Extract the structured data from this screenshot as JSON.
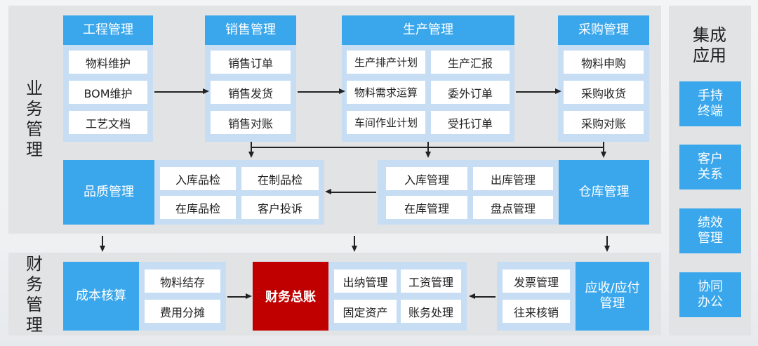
{
  "sections": {
    "business": "业务管理",
    "finance": "财务管理"
  },
  "engineering": {
    "title": "工程管理",
    "items": [
      "物料维护",
      "BOM维护",
      "工艺文档"
    ]
  },
  "sales": {
    "title": "销售管理",
    "items": [
      "销售订单",
      "销售发货",
      "销售对账"
    ]
  },
  "production": {
    "title": "生产管理",
    "items": [
      "生产排产计划",
      "生产汇报",
      "物料需求运算",
      "委外订单",
      "车间作业计划",
      "受托订单"
    ]
  },
  "purchase": {
    "title": "采购管理",
    "items": [
      "物料申购",
      "采购收货",
      "采购对账"
    ]
  },
  "quality": {
    "title": "品质管理",
    "items": [
      "入库品检",
      "在制品检",
      "在库品检",
      "客户投诉"
    ]
  },
  "warehouse": {
    "title": "仓库管理",
    "items": [
      "入库管理",
      "出库管理",
      "在库管理",
      "盘点管理"
    ]
  },
  "cost": {
    "title": "成本核算",
    "items": [
      "物料结存",
      "费用分摊"
    ]
  },
  "ledger": {
    "title": "财务总账",
    "items": [
      "出纳管理",
      "工资管理",
      "固定资产",
      "账务处理"
    ]
  },
  "ar_ap": {
    "title": "应收/应付管理",
    "items": [
      "发票管理",
      "往来核销"
    ]
  },
  "integration": {
    "title": "集成应用",
    "items": [
      "手持终端",
      "客户关系",
      "绩效管理",
      "协同办公"
    ]
  },
  "colors": {
    "module_header": "#3aa7ec",
    "module_body": "#c6ddf3",
    "ledger": "#c00000",
    "panel": "#e2e3e5"
  }
}
